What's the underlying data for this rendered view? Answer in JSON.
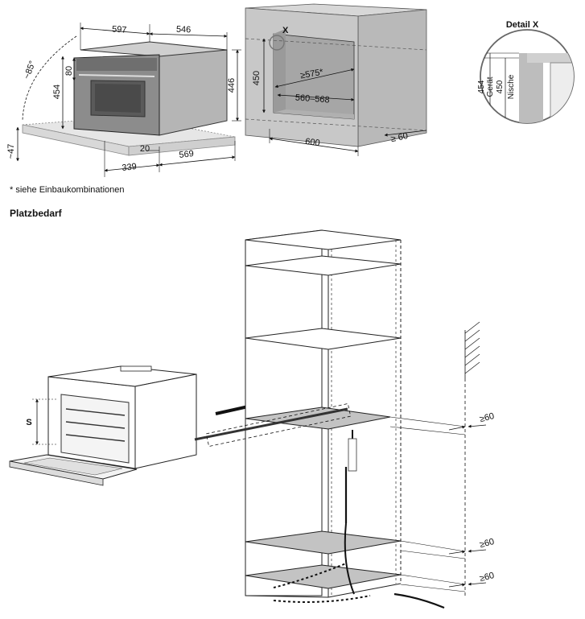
{
  "top_left": {
    "dim_597": "597",
    "dim_546": "546",
    "dim_454": "454",
    "dim_80": "80",
    "dim_446": "446",
    "dim_angle": "~85°",
    "dim_47": "~47",
    "dim_20": "20",
    "dim_569": "569",
    "dim_339": "339"
  },
  "top_middle": {
    "marker_x": "X",
    "dim_450": "450",
    "dim_575": "≥575*",
    "dim_560_568": "560–568",
    "dim_600": "600",
    "dim_ge60": "≥ 60"
  },
  "detail": {
    "title": "Detail X",
    "dim_454": "454",
    "label_geraet": "Gerät",
    "dim_450": "450",
    "label_nische": "Nische"
  },
  "footnote": "* siehe Einbaukombinationen",
  "section_title": "Platzbedarf",
  "lower": {
    "label_s": "S",
    "clearance_1": "≥60",
    "clearance_2": "≥60",
    "clearance_3": "≥60"
  }
}
